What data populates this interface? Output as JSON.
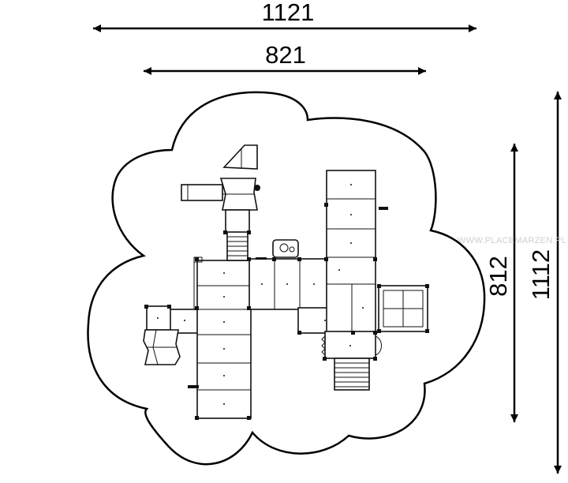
{
  "dimensions": {
    "overall_width": "1121",
    "inner_width": "821",
    "inner_depth": "812",
    "overall_depth": "1112"
  },
  "watermark": "WWW.PLACEMARZEN.PL",
  "colors": {
    "line": "#111111",
    "background": "#ffffff",
    "watermark": "#cfcfcf"
  }
}
